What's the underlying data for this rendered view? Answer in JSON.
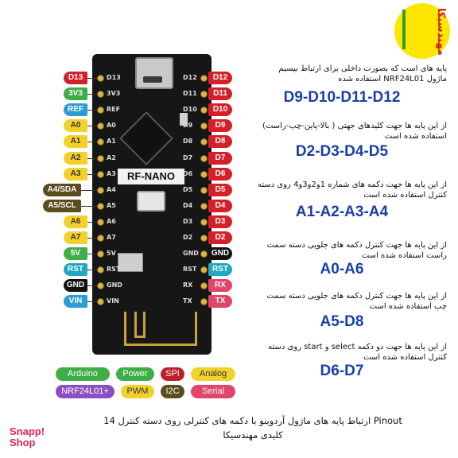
{
  "logo": {
    "text": "مهندسیکا"
  },
  "board": {
    "name": "RF-NANO"
  },
  "left_pins": [
    {
      "label": "D13",
      "cls": "dig"
    },
    {
      "label": "3V3",
      "cls": "pwr"
    },
    {
      "label": "REF",
      "cls": "ref"
    },
    {
      "label": "A0",
      "cls": "ana"
    },
    {
      "label": "A1",
      "cls": "ana"
    },
    {
      "label": "A2",
      "cls": "ana"
    },
    {
      "label": "A3",
      "cls": "ana"
    },
    {
      "label": "A4/SDA",
      "cls": "sda"
    },
    {
      "label": "A5/SCL",
      "cls": "sda"
    },
    {
      "label": "A6",
      "cls": "ana"
    },
    {
      "label": "A7",
      "cls": "ana"
    },
    {
      "label": "5V",
      "cls": "pwr"
    },
    {
      "label": "RST",
      "cls": "rst"
    },
    {
      "label": "GND",
      "cls": "gnd"
    },
    {
      "label": "VIN",
      "cls": "ref"
    }
  ],
  "right_pins": [
    {
      "label": "D12",
      "cls": "dig"
    },
    {
      "label": "D11",
      "cls": "dig"
    },
    {
      "label": "D10",
      "cls": "dig"
    },
    {
      "label": "D9",
      "cls": "dig"
    },
    {
      "label": "D8",
      "cls": "dig"
    },
    {
      "label": "D7",
      "cls": "dig"
    },
    {
      "label": "D6",
      "cls": "dig"
    },
    {
      "label": "D5",
      "cls": "dig"
    },
    {
      "label": "D4",
      "cls": "dig"
    },
    {
      "label": "D3",
      "cls": "dig"
    },
    {
      "label": "D2",
      "cls": "dig"
    },
    {
      "label": "GND",
      "cls": "gnd"
    },
    {
      "label": "RST",
      "cls": "rst"
    },
    {
      "label": "RX",
      "cls": "ser"
    },
    {
      "label": "TX",
      "cls": "ser"
    }
  ],
  "legend": [
    {
      "label": "Arduino",
      "bg": "#3fae46",
      "fg": "#ffffff"
    },
    {
      "label": "Power",
      "bg": "#3fae46",
      "fg": "#ffffff"
    },
    {
      "label": "SPI",
      "bg": "#c0202a",
      "fg": "#ffffff"
    },
    {
      "label": "Analog",
      "bg": "#f2d22a",
      "fg": "#333333"
    },
    {
      "label": "NRF24L01+",
      "bg": "#8b4fc2",
      "fg": "#ffffff"
    },
    {
      "label": "PWM",
      "bg": "#f2d22a",
      "fg": "#333333"
    },
    {
      "label": "I2C",
      "bg": "#5a4d1e",
      "fg": "#ffffff"
    },
    {
      "label": "Serial",
      "bg": "#e0456a",
      "fg": "#ffffff"
    }
  ],
  "descriptions": [
    {
      "text": "پایه های است که بصورت داخلی برای ارتباط بیسیم ماژول NRF24L01 استفاده شده",
      "pins": "D9-D10-D11-D12"
    },
    {
      "text": "از این پایه ها جهت کلیدهای جهتی ( بالا-پاین-چپ-راست) استفاده شده است",
      "pins": "D2-D3-D4-D5"
    },
    {
      "text": "از این پایه ها جهت دکمه های شماره 1و2و3و4 روی دسته کنترل استفاده شده است",
      "pins": "A1-A2-A3-A4"
    },
    {
      "text": "از این پایه ها جهت کنترل دکمه های جلویی دسته سمت راست استفاده شده است",
      "pins": "A0-A6"
    },
    {
      "text": "از این پایه ها جهت کنترل دکمه های جلویی دسته سمت چپ استفاده شده است",
      "pins": "A5-D8"
    },
    {
      "text": "از این پایه ها جهت دو دکمه select و start روی دسته کنترل استفاده شده است",
      "pins": "D6-D7"
    }
  ],
  "caption": "Pinout ارتباط پایه های ماژول آردوینو با دکمه های کنترلی روی دسته کنترل 14 کلیدی مهندسیکا",
  "brand": "Snapp! Shop"
}
